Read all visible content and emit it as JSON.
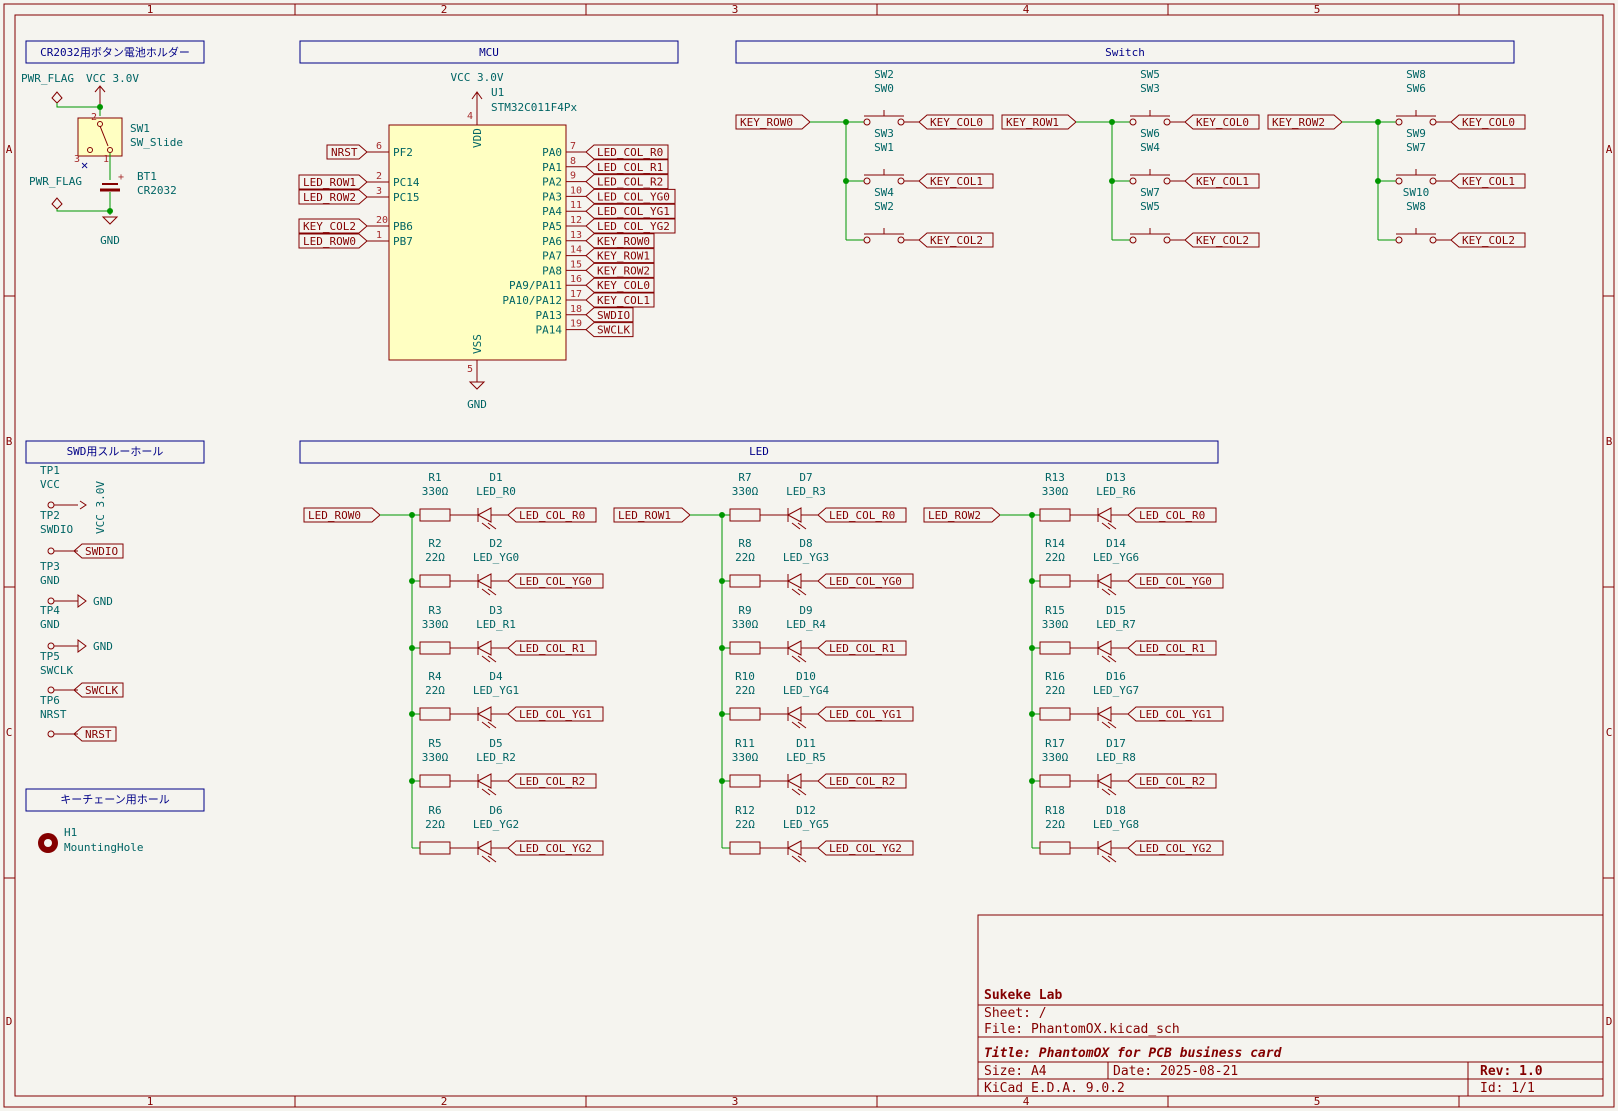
{
  "frame": {
    "col_labels": [
      "1",
      "2",
      "3",
      "4",
      "5"
    ],
    "row_labels": [
      "A",
      "B",
      "C",
      "D"
    ]
  },
  "sections": {
    "battery": "CR2032用ボタン電池ホルダー",
    "mcu": "MCU",
    "switch": "Switch",
    "swd": "SWD用スルーホール",
    "led": "LED",
    "keychain": "キーチェーン用ホール"
  },
  "power": {
    "pwr_flag_1": "PWR_FLAG",
    "vcc_sym_1": "VCC 3.0V",
    "pwr_flag_2": "PWR_FLAG",
    "gnd_1": "GND",
    "sw1_ref": "SW1",
    "sw1_val": "SW_Slide",
    "bt1_ref": "BT1",
    "bt1_val": "CR2032",
    "sw1_pin2": "2",
    "sw1_pin1": "1",
    "sw1_pin3": "3",
    "bt_plus": "+"
  },
  "mcu": {
    "vcc": "VCC 3.0V",
    "ref": "U1",
    "value": "STM32C011F4Px",
    "gnd": "GND",
    "vdd_pin": "VDD",
    "vss_pin": "VSS",
    "vdd_num": "4",
    "vss_num": "5",
    "left_pins": [
      {
        "name": "PF2",
        "num": "6",
        "label": "NRST"
      },
      {
        "name": "PC14",
        "num": "2",
        "label": "LED_ROW1"
      },
      {
        "name": "PC15",
        "num": "3",
        "label": "LED_ROW2"
      },
      {
        "name": "PB6",
        "num": "20",
        "label": "KEY_COL2"
      },
      {
        "name": "PB7",
        "num": "1",
        "label": "LED_ROW0"
      }
    ],
    "right_pins": [
      {
        "name": "PA0",
        "num": "7",
        "label": "LED_COL_R0"
      },
      {
        "name": "PA1",
        "num": "8",
        "label": "LED_COL_R1"
      },
      {
        "name": "PA2",
        "num": "9",
        "label": "LED_COL_R2"
      },
      {
        "name": "PA3",
        "num": "10",
        "label": "LED_COL_YG0"
      },
      {
        "name": "PA4",
        "num": "11",
        "label": "LED_COL_YG1"
      },
      {
        "name": "PA5",
        "num": "12",
        "label": "LED_COL_YG2"
      },
      {
        "name": "PA6",
        "num": "13",
        "label": "KEY_ROW0"
      },
      {
        "name": "PA7",
        "num": "14",
        "label": "KEY_ROW1"
      },
      {
        "name": "PA8",
        "num": "15",
        "label": "KEY_ROW2"
      },
      {
        "name": "PA9/PA11",
        "num": "16",
        "label": "KEY_COL0"
      },
      {
        "name": "PA10/PA12",
        "num": "17",
        "label": "KEY_COL1"
      },
      {
        "name": "PA13",
        "num": "18",
        "label": "SWDIO"
      },
      {
        "name": "PA14",
        "num": "19",
        "label": "SWCLK"
      }
    ]
  },
  "switches": {
    "rows": [
      "KEY_ROW0",
      "KEY_ROW1",
      "KEY_ROW2"
    ],
    "cols": [
      "KEY_COL0",
      "KEY_COL1",
      "KEY_COL2"
    ],
    "refs": [
      [
        "SW2",
        "SW3",
        "SW4"
      ],
      [
        "SW5",
        "SW6",
        "SW7"
      ],
      [
        "SW8",
        "SW9",
        "SW10"
      ]
    ],
    "vals": [
      [
        "SW0",
        "SW1",
        "SW2"
      ],
      [
        "SW3",
        "SW4",
        "SW5"
      ],
      [
        "SW6",
        "SW7",
        "SW8"
      ]
    ]
  },
  "swd": {
    "vcc_sym": "VCC 3.0V",
    "points": [
      {
        "ref": "TP1",
        "val": "VCC",
        "net": ""
      },
      {
        "ref": "TP2",
        "val": "SWDIO",
        "net": "SWDIO"
      },
      {
        "ref": "TP3",
        "val": "GND",
        "net": "GND"
      },
      {
        "ref": "TP4",
        "val": "GND",
        "net": "GND"
      },
      {
        "ref": "TP5",
        "val": "SWCLK",
        "net": "SWCLK"
      },
      {
        "ref": "TP6",
        "val": "NRST",
        "net": "NRST"
      }
    ]
  },
  "hole": {
    "ref": "H1",
    "val": "MountingHole"
  },
  "leds": {
    "rows": [
      "LED_ROW0",
      "LED_ROW1",
      "LED_ROW2"
    ],
    "cols": [
      "LED_COL_R0",
      "LED_COL_YG0",
      "LED_COL_R1",
      "LED_COL_YG1",
      "LED_COL_R2",
      "LED_COL_YG2"
    ],
    "groups": [
      [
        {
          "r": "R1",
          "rv": "330Ω",
          "d": "D1",
          "dv": "LED_R0"
        },
        {
          "r": "R2",
          "rv": "22Ω",
          "d": "D2",
          "dv": "LED_YG0"
        },
        {
          "r": "R3",
          "rv": "330Ω",
          "d": "D3",
          "dv": "LED_R1"
        },
        {
          "r": "R4",
          "rv": "22Ω",
          "d": "D4",
          "dv": "LED_YG1"
        },
        {
          "r": "R5",
          "rv": "330Ω",
          "d": "D5",
          "dv": "LED_R2"
        },
        {
          "r": "R6",
          "rv": "22Ω",
          "d": "D6",
          "dv": "LED_YG2"
        }
      ],
      [
        {
          "r": "R7",
          "rv": "330Ω",
          "d": "D7",
          "dv": "LED_R3"
        },
        {
          "r": "R8",
          "rv": "22Ω",
          "d": "D8",
          "dv": "LED_YG3"
        },
        {
          "r": "R9",
          "rv": "330Ω",
          "d": "D9",
          "dv": "LED_R4"
        },
        {
          "r": "R10",
          "rv": "22Ω",
          "d": "D10",
          "dv": "LED_YG4"
        },
        {
          "r": "R11",
          "rv": "330Ω",
          "d": "D11",
          "dv": "LED_R5"
        },
        {
          "r": "R12",
          "rv": "22Ω",
          "d": "D12",
          "dv": "LED_YG5"
        }
      ],
      [
        {
          "r": "R13",
          "rv": "330Ω",
          "d": "D13",
          "dv": "LED_R6"
        },
        {
          "r": "R14",
          "rv": "22Ω",
          "d": "D14",
          "dv": "LED_YG6"
        },
        {
          "r": "R15",
          "rv": "330Ω",
          "d": "D15",
          "dv": "LED_R7"
        },
        {
          "r": "R16",
          "rv": "22Ω",
          "d": "D16",
          "dv": "LED_YG7"
        },
        {
          "r": "R17",
          "rv": "330Ω",
          "d": "D17",
          "dv": "LED_R8"
        },
        {
          "r": "R18",
          "rv": "22Ω",
          "d": "D18",
          "dv": "LED_YG8"
        }
      ]
    ]
  },
  "title_block": {
    "company": "Sukeke Lab",
    "sheet": "Sheet: /",
    "file": "File: PhantomOX.kicad_sch",
    "title": "Title: PhantomOX for PCB business card",
    "size": "Size: A4",
    "date": "Date: 2025-08-21",
    "rev": "Rev: 1.0",
    "tool": "KiCad E.D.A. 9.0.2",
    "id": "Id: 1/1"
  },
  "colors": {
    "frame": "#840000",
    "wire": "#009600",
    "body": "#840000",
    "body_fill": "#ffffc2",
    "ref_text": "#006464",
    "section_border": "#000087",
    "background": "#f5f4ef"
  }
}
